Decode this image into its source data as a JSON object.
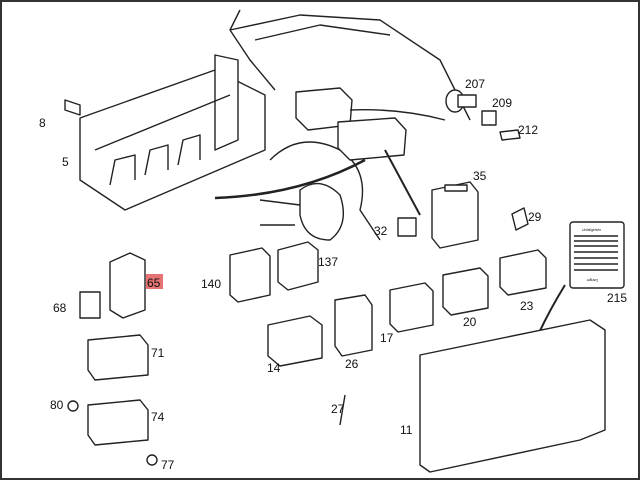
{
  "diagram": {
    "highlight_color": "#e05a5a",
    "highlighted_part": "65",
    "parts": [
      {
        "id": "8",
        "label": "8"
      },
      {
        "id": "5",
        "label": "5"
      },
      {
        "id": "207",
        "label": "207"
      },
      {
        "id": "209",
        "label": "209"
      },
      {
        "id": "212",
        "label": "212"
      },
      {
        "id": "35",
        "label": "35"
      },
      {
        "id": "29",
        "label": "29"
      },
      {
        "id": "32",
        "label": "32"
      },
      {
        "id": "140",
        "label": "140"
      },
      {
        "id": "137",
        "label": "137"
      },
      {
        "id": "65",
        "label": "65"
      },
      {
        "id": "68",
        "label": "68"
      },
      {
        "id": "71",
        "label": "71"
      },
      {
        "id": "80",
        "label": "80"
      },
      {
        "id": "74",
        "label": "74"
      },
      {
        "id": "77",
        "label": "77"
      },
      {
        "id": "14",
        "label": "14"
      },
      {
        "id": "26",
        "label": "26"
      },
      {
        "id": "27",
        "label": "27"
      },
      {
        "id": "17",
        "label": "17"
      },
      {
        "id": "20",
        "label": "20"
      },
      {
        "id": "23",
        "label": "23"
      },
      {
        "id": "215",
        "label": "215"
      },
      {
        "id": "11",
        "label": "11"
      }
    ],
    "warning_label": {
      "title": "Unfallgefahr",
      "footer": "Danger"
    }
  }
}
